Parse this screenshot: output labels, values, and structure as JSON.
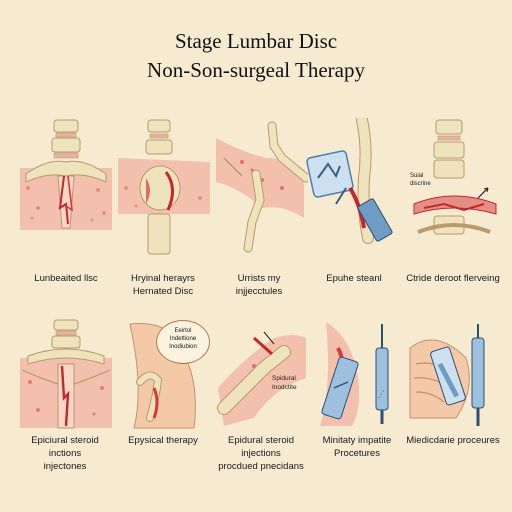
{
  "title": {
    "line1": "Stage Lumbar Disc",
    "line2": "Non-Son-surgeal Therapy"
  },
  "rows": [
    {
      "panels": [
        {
          "name": "lumbar-disc",
          "caption": [
            "Lunbeaited llsc"
          ]
        },
        {
          "name": "herniated-disc",
          "caption": [
            "Hryinal herayrs",
            "Hernated Disc"
          ]
        },
        {
          "name": "injections",
          "caption": [
            "Urrists my",
            "injjecctules"
          ]
        },
        {
          "name": "epidural-steroid",
          "caption": [
            "Epuhe steanl"
          ]
        },
        {
          "name": "disc-bulge",
          "caption": [
            "Ctride deroot flerveing"
          ],
          "labels": [
            "Suial",
            "discrine"
          ]
        }
      ]
    },
    {
      "panels": [
        {
          "name": "epidural-steroid-injections",
          "caption": [
            "Epiciural steroid inctions",
            "injectones"
          ]
        },
        {
          "name": "physical-therapy",
          "caption": [
            "Epysical therapy"
          ],
          "bubble": [
            "Eeirtol",
            "Indettione",
            "Inodiubion"
          ]
        },
        {
          "name": "epidural-procedures",
          "caption": [
            "Epidural steroid injections",
            "procdued pnecidans"
          ],
          "labels": [
            "Spidural",
            "Inodctite"
          ]
        },
        {
          "name": "minimally-invasive",
          "caption": [
            "Minitaty impatite",
            "Procetures"
          ]
        },
        {
          "name": "medication-procedures",
          "caption": [
            "Miedicdarie proceures"
          ]
        }
      ]
    }
  ],
  "colors": {
    "background": "#f6ead0",
    "bone": "#efe3bd",
    "bone_outline": "#b99a6a",
    "tissue": "#f2b3a2",
    "tissue_red": "#d8383a",
    "nerve": "#c4262a",
    "instrument_blue": "#6f9cc4",
    "skin": "#f4c9a8"
  }
}
